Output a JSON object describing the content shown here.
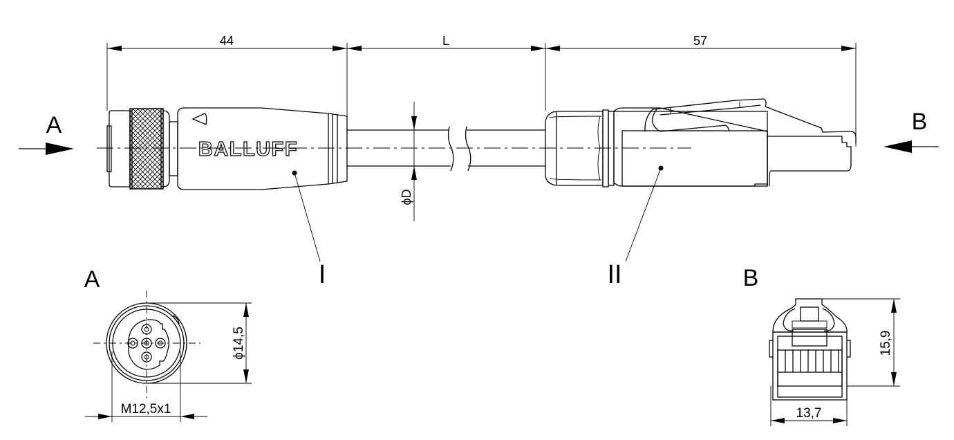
{
  "drawing": {
    "brand_logo": "BALLUFF",
    "dimensions": {
      "connector_a_length": "44",
      "cable_length": "L",
      "connector_b_length": "57",
      "cable_diameter": "ϕD",
      "view_a_diameter": "ϕ14,5",
      "view_a_thread": "M12,5x1",
      "view_b_height": "15,9",
      "view_b_width": "13,7"
    },
    "view_arrows": {
      "left": "A",
      "right": "B"
    },
    "part_callouts": {
      "part_1": "I",
      "part_2": "II"
    },
    "detail_views": {
      "view_a_title": "A",
      "view_b_title": "B"
    }
  }
}
